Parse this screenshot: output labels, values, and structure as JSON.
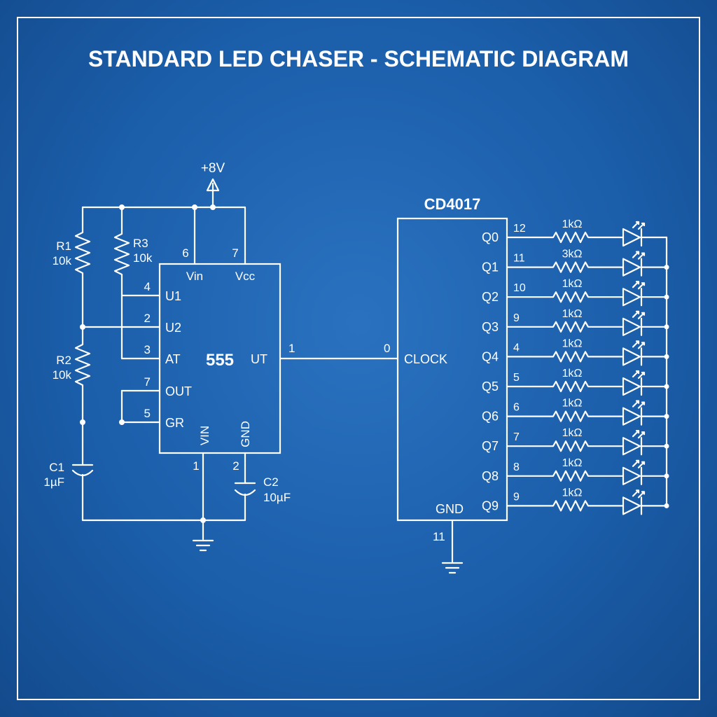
{
  "title": "STANDARD LED CHASER - SCHEMATIC DIAGRAM",
  "colors": {
    "background": "#1b5eaa",
    "ink": "#ffffff"
  },
  "supply": {
    "label": "+8V"
  },
  "timer": {
    "name": "555",
    "pins_left": [
      {
        "num": "4",
        "label": "U1"
      },
      {
        "num": "2",
        "label": "U2"
      },
      {
        "num": "3",
        "label": "AT"
      },
      {
        "num": "7",
        "label": "OUT"
      },
      {
        "num": "5",
        "label": "GR"
      }
    ],
    "pins_top": [
      {
        "num": "6",
        "label": "Vin"
      },
      {
        "num": "7",
        "label": "Vcc"
      }
    ],
    "pins_bottom": [
      {
        "num": "1",
        "label": "VIN"
      },
      {
        "num": "2",
        "label": "GND"
      }
    ],
    "out_pin": {
      "num": "1",
      "label": "UT"
    }
  },
  "components": {
    "r1": {
      "name": "R1",
      "value": "10k"
    },
    "r2": {
      "name": "R2",
      "value": "10k"
    },
    "r3": {
      "name": "R3",
      "value": "10k"
    },
    "c1": {
      "name": "C1",
      "value": "1µF"
    },
    "c2": {
      "name": "C2",
      "value": "10µF"
    }
  },
  "counter": {
    "name": "CD4017",
    "clock": {
      "num": "0",
      "label": "CLOCK"
    },
    "gnd": {
      "num": "11",
      "label": "GND"
    },
    "outputs": [
      {
        "label": "Q0",
        "pin": "12",
        "resistor": "1kΩ"
      },
      {
        "label": "Q1",
        "pin": "11",
        "resistor": "3kΩ"
      },
      {
        "label": "Q2",
        "pin": "10",
        "resistor": "1kΩ"
      },
      {
        "label": "Q3",
        "pin": "9",
        "resistor": "1kΩ"
      },
      {
        "label": "Q4",
        "pin": "4",
        "resistor": "1kΩ"
      },
      {
        "label": "Q5",
        "pin": "5",
        "resistor": "1kΩ"
      },
      {
        "label": "Q6",
        "pin": "6",
        "resistor": "1kΩ"
      },
      {
        "label": "Q7",
        "pin": "7",
        "resistor": "1kΩ"
      },
      {
        "label": "Q8",
        "pin": "8",
        "resistor": "1kΩ"
      },
      {
        "label": "Q9",
        "pin": "9",
        "resistor": "1kΩ"
      }
    ]
  }
}
